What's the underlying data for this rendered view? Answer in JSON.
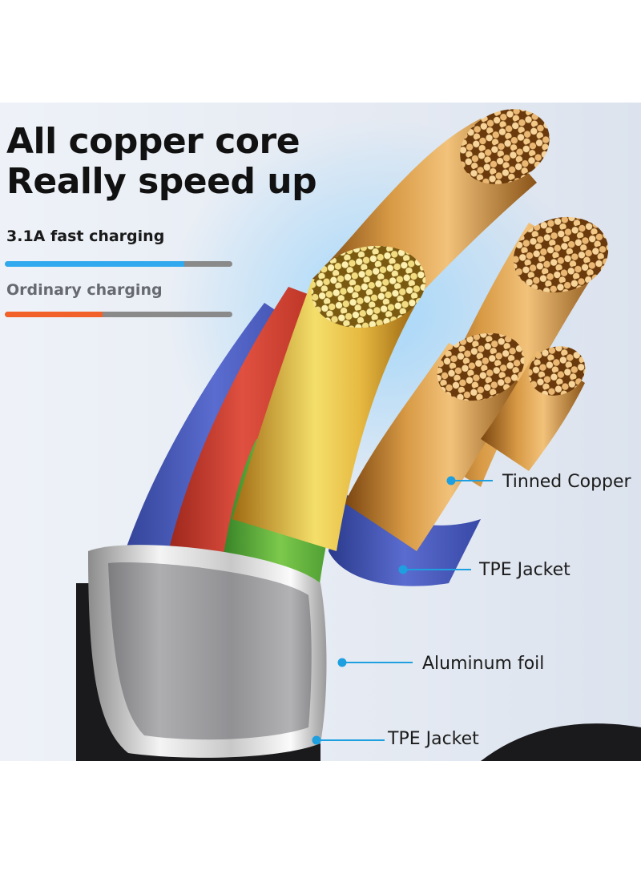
{
  "headline": {
    "line1": "All copper core",
    "line2": "Really speed up"
  },
  "legend": {
    "fast_label": "3.1A fast charging",
    "fast_fill_fraction": 0.79,
    "fast_color": "#31a9ee",
    "ordinary_label": "Ordinary charging",
    "ordinary_fill_fraction": 0.43,
    "ordinary_color": "#f2612a"
  },
  "callouts": {
    "tinned_copper": "Tinned Copper",
    "tpe_jacket_inner": "TPE Jacket",
    "aluminum_foil": "Aluminum foil",
    "tpe_jacket_outer": "TPE Jacket",
    "leader_color": "#1e9fe0"
  }
}
